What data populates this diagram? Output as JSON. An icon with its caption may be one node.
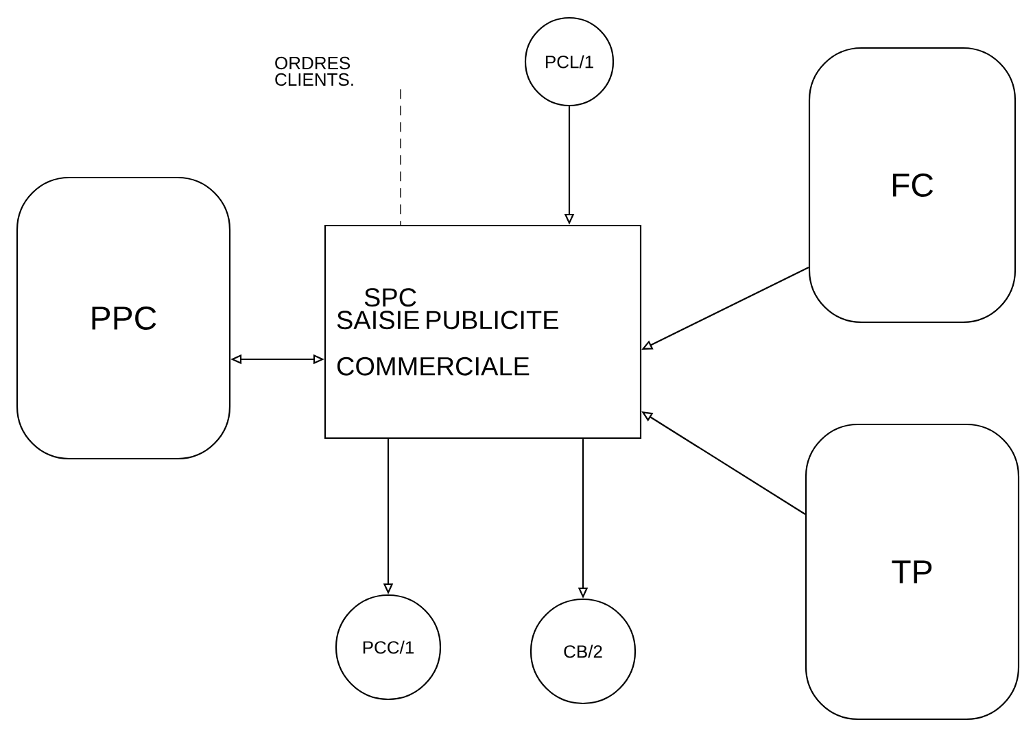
{
  "diagram": {
    "nodes": [
      {
        "text": [
          "ORDRES CLIENTS."
        ]
      },
      {
        "text": [
          "PCL/1"
        ]
      },
      {
        "text": [
          "FC"
        ]
      },
      {
        "text": [
          "PPC"
        ]
      },
      {
        "text": [
          "SPC",
          "SAISIE PUBLICITE COMMERCIALE"
        ]
      },
      {
        "text": [
          "TP"
        ]
      },
      {
        "text": [
          "PCC/1"
        ]
      },
      {
        "text": [
          "CB/2"
        ]
      }
    ],
    "edges": [
      {
        "from": 0,
        "to": 4,
        "arrow": "none",
        "style": "dashed"
      },
      {
        "from": 1,
        "to": 4,
        "arrow": "to"
      },
      {
        "from": 2,
        "to": 4,
        "arrow": "to"
      },
      {
        "from": 3,
        "to": 4,
        "arrow": "both"
      },
      {
        "from": 5,
        "to": 4,
        "arrow": "to"
      },
      {
        "from": 4,
        "to": 6,
        "arrow": "to"
      },
      {
        "from": 4,
        "to": 7,
        "arrow": "to"
      }
    ]
  }
}
